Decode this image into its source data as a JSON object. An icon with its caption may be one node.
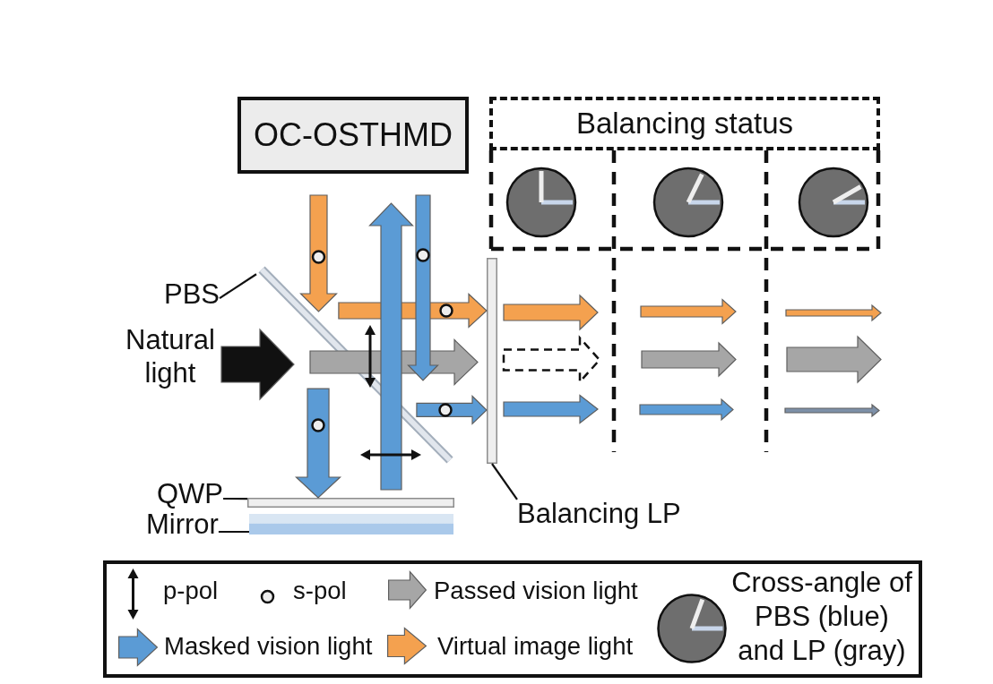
{
  "diagram": {
    "nodes": [
      {
        "text": [
          "OC-OSTHMD"
        ]
      },
      {
        "text": [
          "Balancing status"
        ]
      },
      {
        "text": [],
        "shape": "bar"
      },
      {
        "text": [
          "PBS"
        ]
      },
      {
        "text": [],
        "shape": "bar"
      },
      {
        "text": [
          "QWP"
        ]
      },
      {
        "text": [],
        "shape": "bar"
      },
      {
        "text": [
          "Mirror"
        ]
      },
      {
        "text": [],
        "shape": "bar"
      },
      {
        "text": [
          "Balancing LP"
        ]
      }
    ],
    "edges": [
      {
        "from": 3,
        "to": 4,
        "arrow": "none"
      },
      {
        "from": 5,
        "to": 6,
        "arrow": "none"
      },
      {
        "from": 7,
        "to": 8,
        "arrow": "none"
      },
      {
        "from": 9,
        "to": 2,
        "arrow": "none"
      },
      {
        "from": 4,
        "to": 2,
        "arrow": "to",
        "style": "thick",
        "color": "#f4a14f"
      },
      {
        "from": 4,
        "to": 2,
        "arrow": "to",
        "style": "thick",
        "color": "#5b9bd5"
      },
      {
        "from": 4,
        "to": 6,
        "arrow": "to",
        "style": "thick",
        "color": "#5b9bd5"
      }
    ],
    "labels": [
      "Natural light"
    ],
    "legend": [
      {
        "text": "p-pol"
      },
      {
        "text": "s-pol"
      },
      {
        "text": "Passed vision light",
        "color": "#a6a6a6"
      },
      {
        "text": "Masked vision light",
        "color": "#5b9bd5"
      },
      {
        "text": "Virtual image light",
        "color": "#f4a14f"
      },
      {
        "text": "Cross-angle of PBS (blue) and LP (gray)"
      }
    ]
  }
}
